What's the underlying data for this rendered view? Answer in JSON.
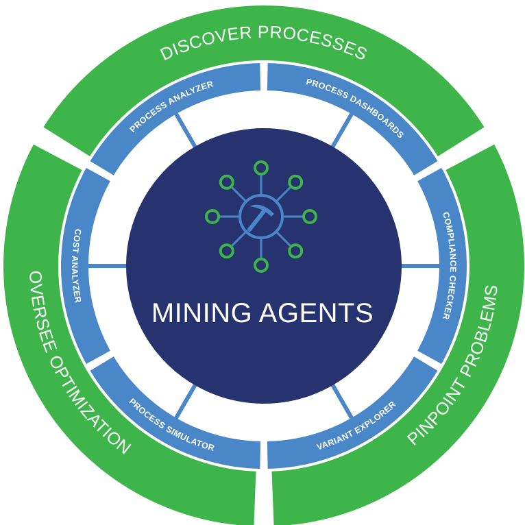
{
  "colors": {
    "outer_ring": "#3db54a",
    "inner_ring": "#4a87c9",
    "center": "#27336e",
    "icon_ring": "#4a87c9",
    "icon_nodes": "#3db54a",
    "text_light": "#ffffff"
  },
  "center": {
    "title": "MINING AGENTS",
    "icon": "pickaxe-network-icon"
  },
  "outer_segments": [
    {
      "id": "discover",
      "label": "DISCOVER PROCESSES"
    },
    {
      "id": "pinpoint",
      "label": "PINPOINT PROBLEMS"
    },
    {
      "id": "oversee",
      "label": "OVERSEE OPTIMIZATION"
    }
  ],
  "inner_segments": [
    {
      "id": "process-analyzer",
      "label": "PROCESS ANALYZER"
    },
    {
      "id": "process-dashboards",
      "label": "PROCESS DASHBOARDS"
    },
    {
      "id": "compliance-checker",
      "label": "COMPLIANCE CHECKER"
    },
    {
      "id": "variant-explorer",
      "label": "VARIANT EXPLORER"
    },
    {
      "id": "process-simulator",
      "label": "PROCESS SIMULATOR"
    },
    {
      "id": "cost-analyzer",
      "label": "COST ANALYZER"
    }
  ]
}
